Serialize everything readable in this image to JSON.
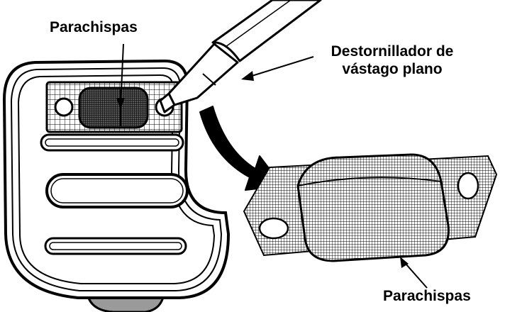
{
  "labels": {
    "spark_arrestor_top": "Parachispas",
    "screwdriver_line1": "Destornillador de",
    "screwdriver_line2": "vástago plano",
    "spark_arrestor_bottom": "Parachispas"
  },
  "colors": {
    "ink": "#000000",
    "paper": "#ffffff",
    "shadow": "#9a9a9a"
  }
}
